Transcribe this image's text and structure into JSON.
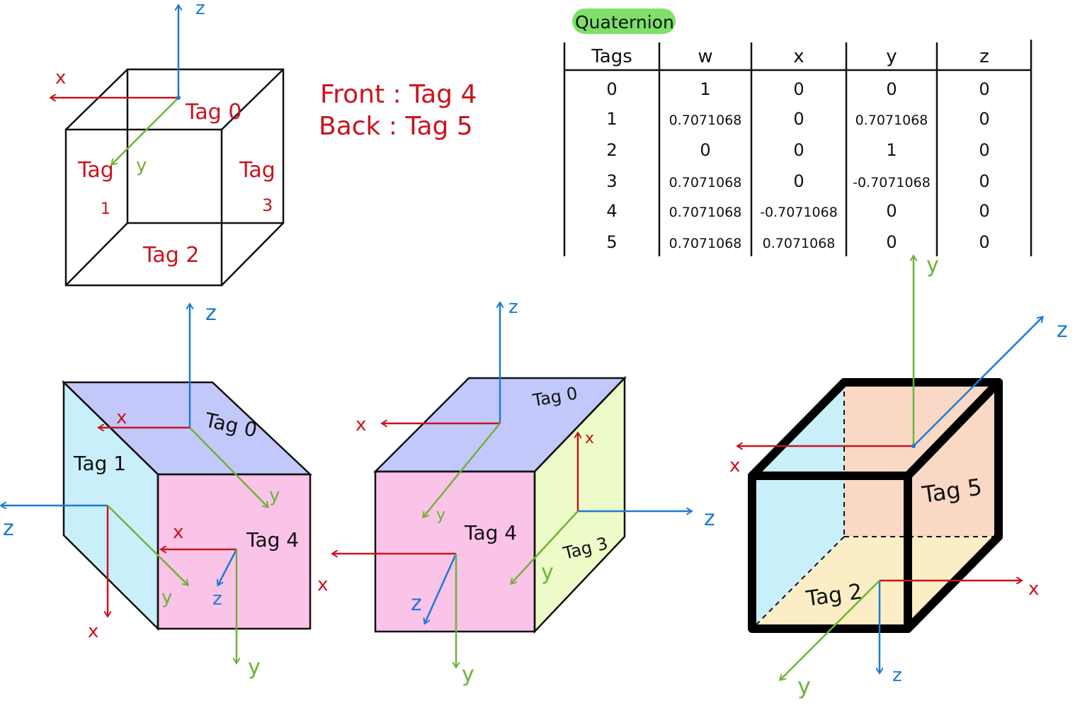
{
  "colors": {
    "red": "#c8141e",
    "blue": "#1c7ad4",
    "green": "#6fb23a",
    "face_top": "#c3c8fb",
    "face_left": "#c9effb",
    "face_front": "#fac3e8",
    "face_right": "#ecfbc7",
    "face_back": "#f9d9c6",
    "face_bottom": "#fbeec4",
    "highlight": "#7ee06a"
  },
  "note": {
    "front": "Front : Tag 4",
    "back": "Back : Tag 5"
  },
  "table": {
    "title": "Quaternion",
    "headers": [
      "Tags",
      "w",
      "x",
      "y",
      "z"
    ],
    "rows": [
      [
        "0",
        "1",
        "0",
        "0",
        "0"
      ],
      [
        "1",
        "0.7071068",
        "0",
        "0.7071068",
        "0"
      ],
      [
        "2",
        "0",
        "0",
        "1",
        "0"
      ],
      [
        "3",
        "0.7071068",
        "0",
        "-0.7071068",
        "0"
      ],
      [
        "4",
        "0.7071068",
        "-0.7071068",
        "0",
        "0"
      ],
      [
        "5",
        "0.7071068",
        "0.7071068",
        "0",
        "0"
      ]
    ]
  },
  "cube1": {
    "tag0": "Tag 0",
    "tag1_a": "Tag",
    "tag1_b": "1",
    "tag3_a": "Tag",
    "tag3_b": "3",
    "tag2": "Tag 2",
    "ax_z": "z",
    "ax_x": "x",
    "ax_y": "y"
  },
  "cube2": {
    "tag0": "Tag 0",
    "tag1": "Tag 1",
    "tag4": "Tag 4",
    "top_z": "z",
    "top_x": "x",
    "top_y": "y",
    "left_z": "z",
    "left_x": "x",
    "left_y": "y",
    "front_x": "x",
    "front_z": "z",
    "front_y": "y"
  },
  "cube3": {
    "tag0": "Tag 0",
    "tag4": "Tag 4",
    "tag3": "Tag 3",
    "top_z": "z",
    "top_x": "x",
    "top_y": "y",
    "front_x": "x",
    "front_z": "z",
    "front_y": "y",
    "right_x": "x",
    "right_z": "z",
    "right_y": "y"
  },
  "cube4": {
    "tag5": "Tag 5",
    "tag2": "Tag 2",
    "back_y": "y",
    "back_z": "z",
    "back_x": "x",
    "bot_x": "x",
    "bot_z": "z",
    "bot_y": "y"
  }
}
